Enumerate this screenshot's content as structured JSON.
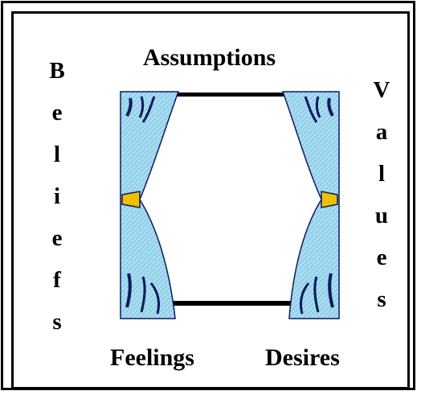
{
  "labels": {
    "top": "Assumptions",
    "bottom_left": "Feelings",
    "bottom_right": "Desires",
    "left_vertical": [
      "B",
      "e",
      "l",
      "i",
      "e",
      "f",
      "s"
    ],
    "right_vertical": [
      "V",
      "a",
      "l",
      "u",
      "e",
      "s"
    ]
  },
  "colors": {
    "curtain_fill": "#a8dcf0",
    "curtain_fold": "#0b1a5c",
    "tie": "#f0c000",
    "frame": "#000000",
    "background": "#ffffff"
  }
}
